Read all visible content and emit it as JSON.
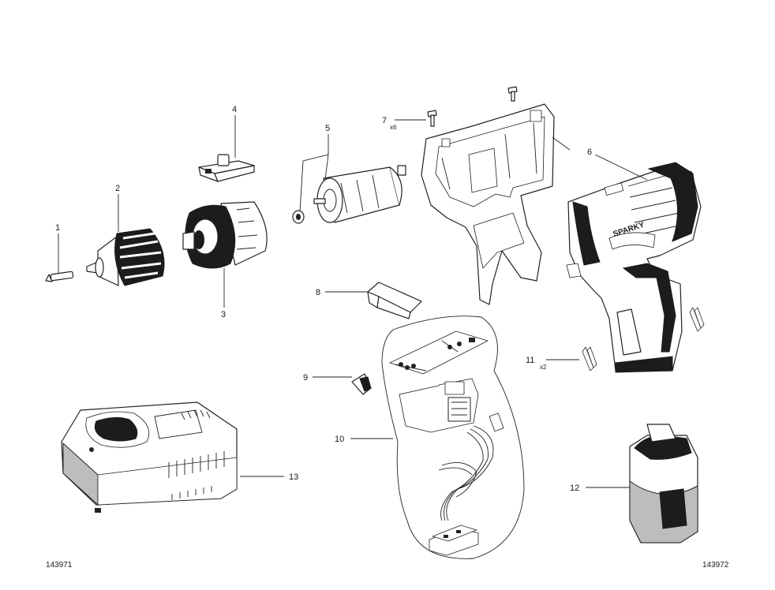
{
  "callouts": [
    {
      "id": "1",
      "label": "1"
    },
    {
      "id": "2",
      "label": "2"
    },
    {
      "id": "3",
      "label": "3"
    },
    {
      "id": "4",
      "label": "4"
    },
    {
      "id": "5",
      "label": "5"
    },
    {
      "id": "6",
      "label": "6"
    },
    {
      "id": "7",
      "label": "7",
      "qty": "x6"
    },
    {
      "id": "8",
      "label": "8"
    },
    {
      "id": "9",
      "label": "9"
    },
    {
      "id": "10",
      "label": "10"
    },
    {
      "id": "11",
      "label": "11",
      "qty": "x2"
    },
    {
      "id": "12",
      "label": "12"
    },
    {
      "id": "13",
      "label": "13"
    }
  ],
  "brand_text": "SPARKY",
  "drawing_codes": {
    "left": "143971",
    "right": "143972"
  }
}
